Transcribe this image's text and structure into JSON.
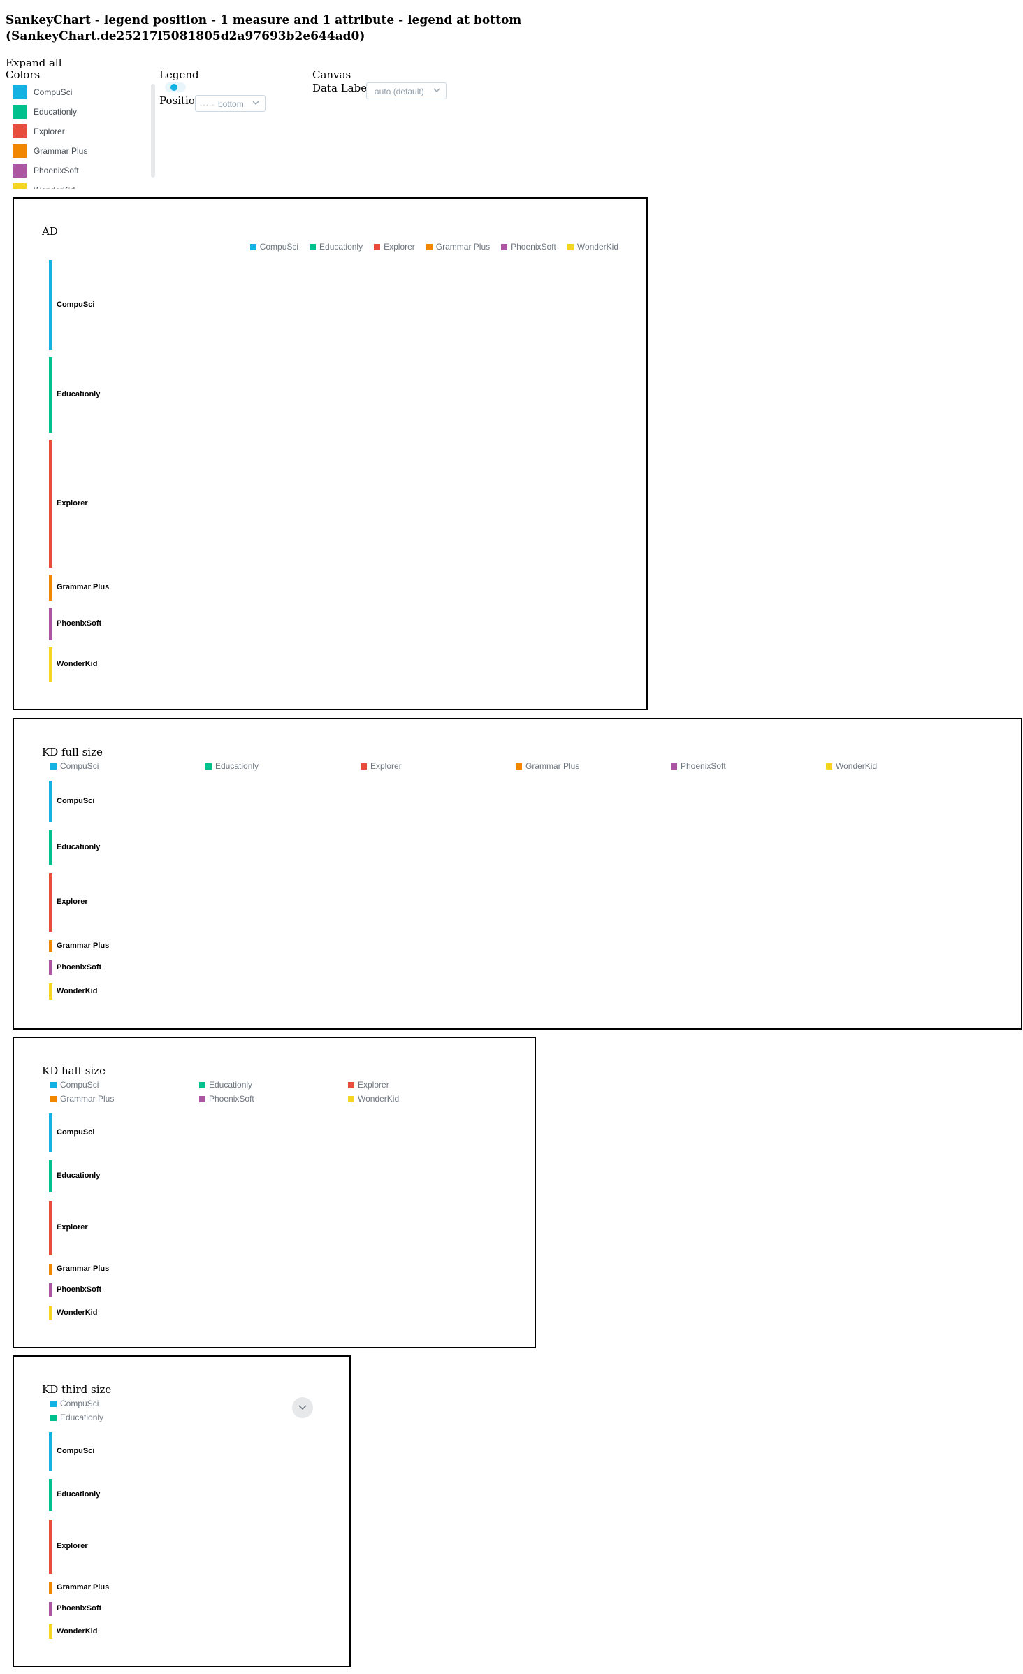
{
  "page": {
    "title": "SankeyChart - legend position - 1 measure and 1 attribute - legend at bottom (SankeyChart.de25217f5081805d2a97693b2e644ad0)"
  },
  "controls": {
    "expand_all": "Expand all",
    "colors": {
      "title": "Colors",
      "items": [
        {
          "label": "CompuSci",
          "color": "#14b2e2"
        },
        {
          "label": "Educationly",
          "color": "#00c18d"
        },
        {
          "label": "Explorer",
          "color": "#e84c3d"
        },
        {
          "label": "Grammar Plus",
          "color": "#f18700"
        },
        {
          "label": "PhoenixSoft",
          "color": "#ab55a3"
        },
        {
          "label": "WonderKid",
          "color": "#f4d521"
        }
      ]
    },
    "legend": {
      "title": "Legend",
      "enabled": true,
      "position_label": "Position",
      "position_value": "bottom"
    },
    "canvas": {
      "title": "Canvas",
      "data_labels_label": "Data Labels",
      "data_labels_value": "auto (default)"
    }
  },
  "charts": [
    {
      "title": "AD"
    },
    {
      "title": "KD full size"
    },
    {
      "title": "KD half size"
    },
    {
      "title": "KD third size"
    }
  ],
  "chart_data": [
    {
      "type": "sankey",
      "title": "AD",
      "legend_position": "top-right",
      "nodes": [
        {
          "name": "CompuSci",
          "color": "#14b2e2",
          "share": 0.154
        },
        {
          "name": "Educationly",
          "color": "#00c18d",
          "share": 0.128
        },
        {
          "name": "Explorer",
          "color": "#e84c3d",
          "share": 0.218
        },
        {
          "name": "Grammar Plus",
          "color": "#f18700",
          "share": 0.045
        },
        {
          "name": "PhoenixSoft",
          "color": "#ab55a3",
          "share": 0.055
        },
        {
          "name": "WonderKid",
          "color": "#f4d521",
          "share": 0.06
        }
      ]
    },
    {
      "type": "sankey",
      "title": "KD full size",
      "legend_position": "top",
      "nodes": [
        {
          "name": "CompuSci",
          "color": "#14b2e2",
          "share": 0.154
        },
        {
          "name": "Educationly",
          "color": "#00c18d",
          "share": 0.128
        },
        {
          "name": "Explorer",
          "color": "#e84c3d",
          "share": 0.218
        },
        {
          "name": "Grammar Plus",
          "color": "#f18700",
          "share": 0.045
        },
        {
          "name": "PhoenixSoft",
          "color": "#ab55a3",
          "share": 0.055
        },
        {
          "name": "WonderKid",
          "color": "#f4d521",
          "share": 0.06
        }
      ]
    },
    {
      "type": "sankey",
      "title": "KD half size",
      "legend_position": "top",
      "nodes": [
        {
          "name": "CompuSci",
          "color": "#14b2e2",
          "share": 0.154
        },
        {
          "name": "Educationly",
          "color": "#00c18d",
          "share": 0.128
        },
        {
          "name": "Explorer",
          "color": "#e84c3d",
          "share": 0.218
        },
        {
          "name": "Grammar Plus",
          "color": "#f18700",
          "share": 0.045
        },
        {
          "name": "PhoenixSoft",
          "color": "#ab55a3",
          "share": 0.055
        },
        {
          "name": "WonderKid",
          "color": "#f4d521",
          "share": 0.06
        }
      ]
    },
    {
      "type": "sankey",
      "title": "KD third size",
      "legend_position": "top",
      "legend_visible_items": [
        "CompuSci",
        "Educationly"
      ],
      "nodes": [
        {
          "name": "CompuSci",
          "color": "#14b2e2",
          "share": 0.154
        },
        {
          "name": "Educationly",
          "color": "#00c18d",
          "share": 0.128
        },
        {
          "name": "Explorer",
          "color": "#e84c3d",
          "share": 0.218
        },
        {
          "name": "Grammar Plus",
          "color": "#f18700",
          "share": 0.045
        },
        {
          "name": "PhoenixSoft",
          "color": "#ab55a3",
          "share": 0.055
        },
        {
          "name": "WonderKid",
          "color": "#f4d521",
          "share": 0.06
        }
      ]
    }
  ],
  "icons": {
    "dropdown": "chevron-down-icon",
    "legend_paging": "chevron-down-icon"
  }
}
